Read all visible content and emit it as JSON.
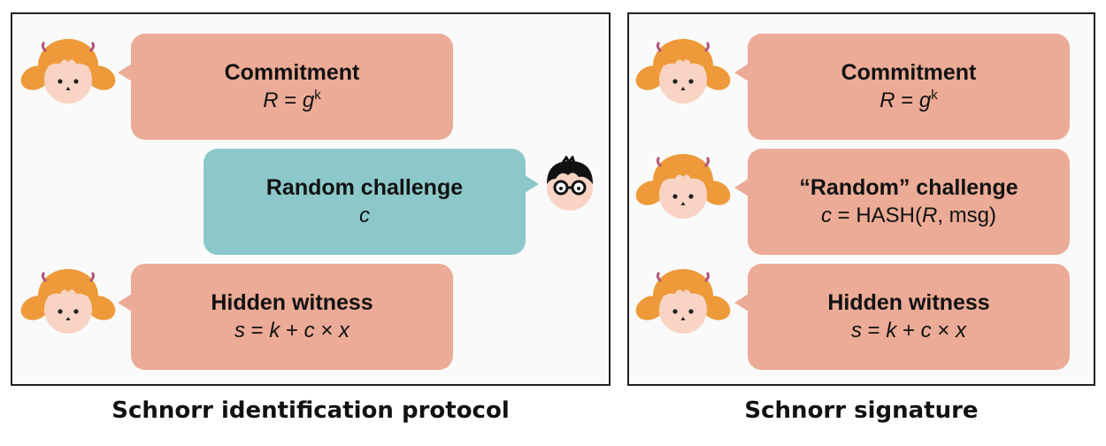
{
  "left_panel": {
    "caption": "Schnorr identification protocol",
    "commitment": {
      "title": "Commitment",
      "formula": {
        "lhs": "R",
        "eq": " = ",
        "base": "g",
        "exp": "k"
      }
    },
    "challenge": {
      "title": "Random challenge",
      "formula": {
        "var": "c"
      }
    },
    "witness": {
      "title": "Hidden witness",
      "formula": {
        "s": "s",
        "eq": " = ",
        "k": "k",
        "plus": " + ",
        "c": "c",
        "times": " × ",
        "x": "x"
      }
    }
  },
  "right_panel": {
    "caption": "Schnorr signature",
    "commitment": {
      "title": "Commitment",
      "formula": {
        "lhs": "R",
        "eq": " = ",
        "base": "g",
        "exp": "k"
      }
    },
    "challenge": {
      "title": "“Random” challenge",
      "formula": {
        "c": "c",
        "eq": " = HASH(",
        "r": "R",
        "rest": ", msg)"
      }
    },
    "witness": {
      "title": "Hidden witness",
      "formula": {
        "s": "s",
        "eq": " = ",
        "k": "k",
        "plus": " + ",
        "c": "c",
        "times": " × ",
        "x": "x"
      }
    }
  },
  "colors": {
    "prover_bubble": "#ecab96",
    "verifier_bubble": "#8cc8c9",
    "hair": "#ee9a3a",
    "skin": "#f9d4c4"
  }
}
